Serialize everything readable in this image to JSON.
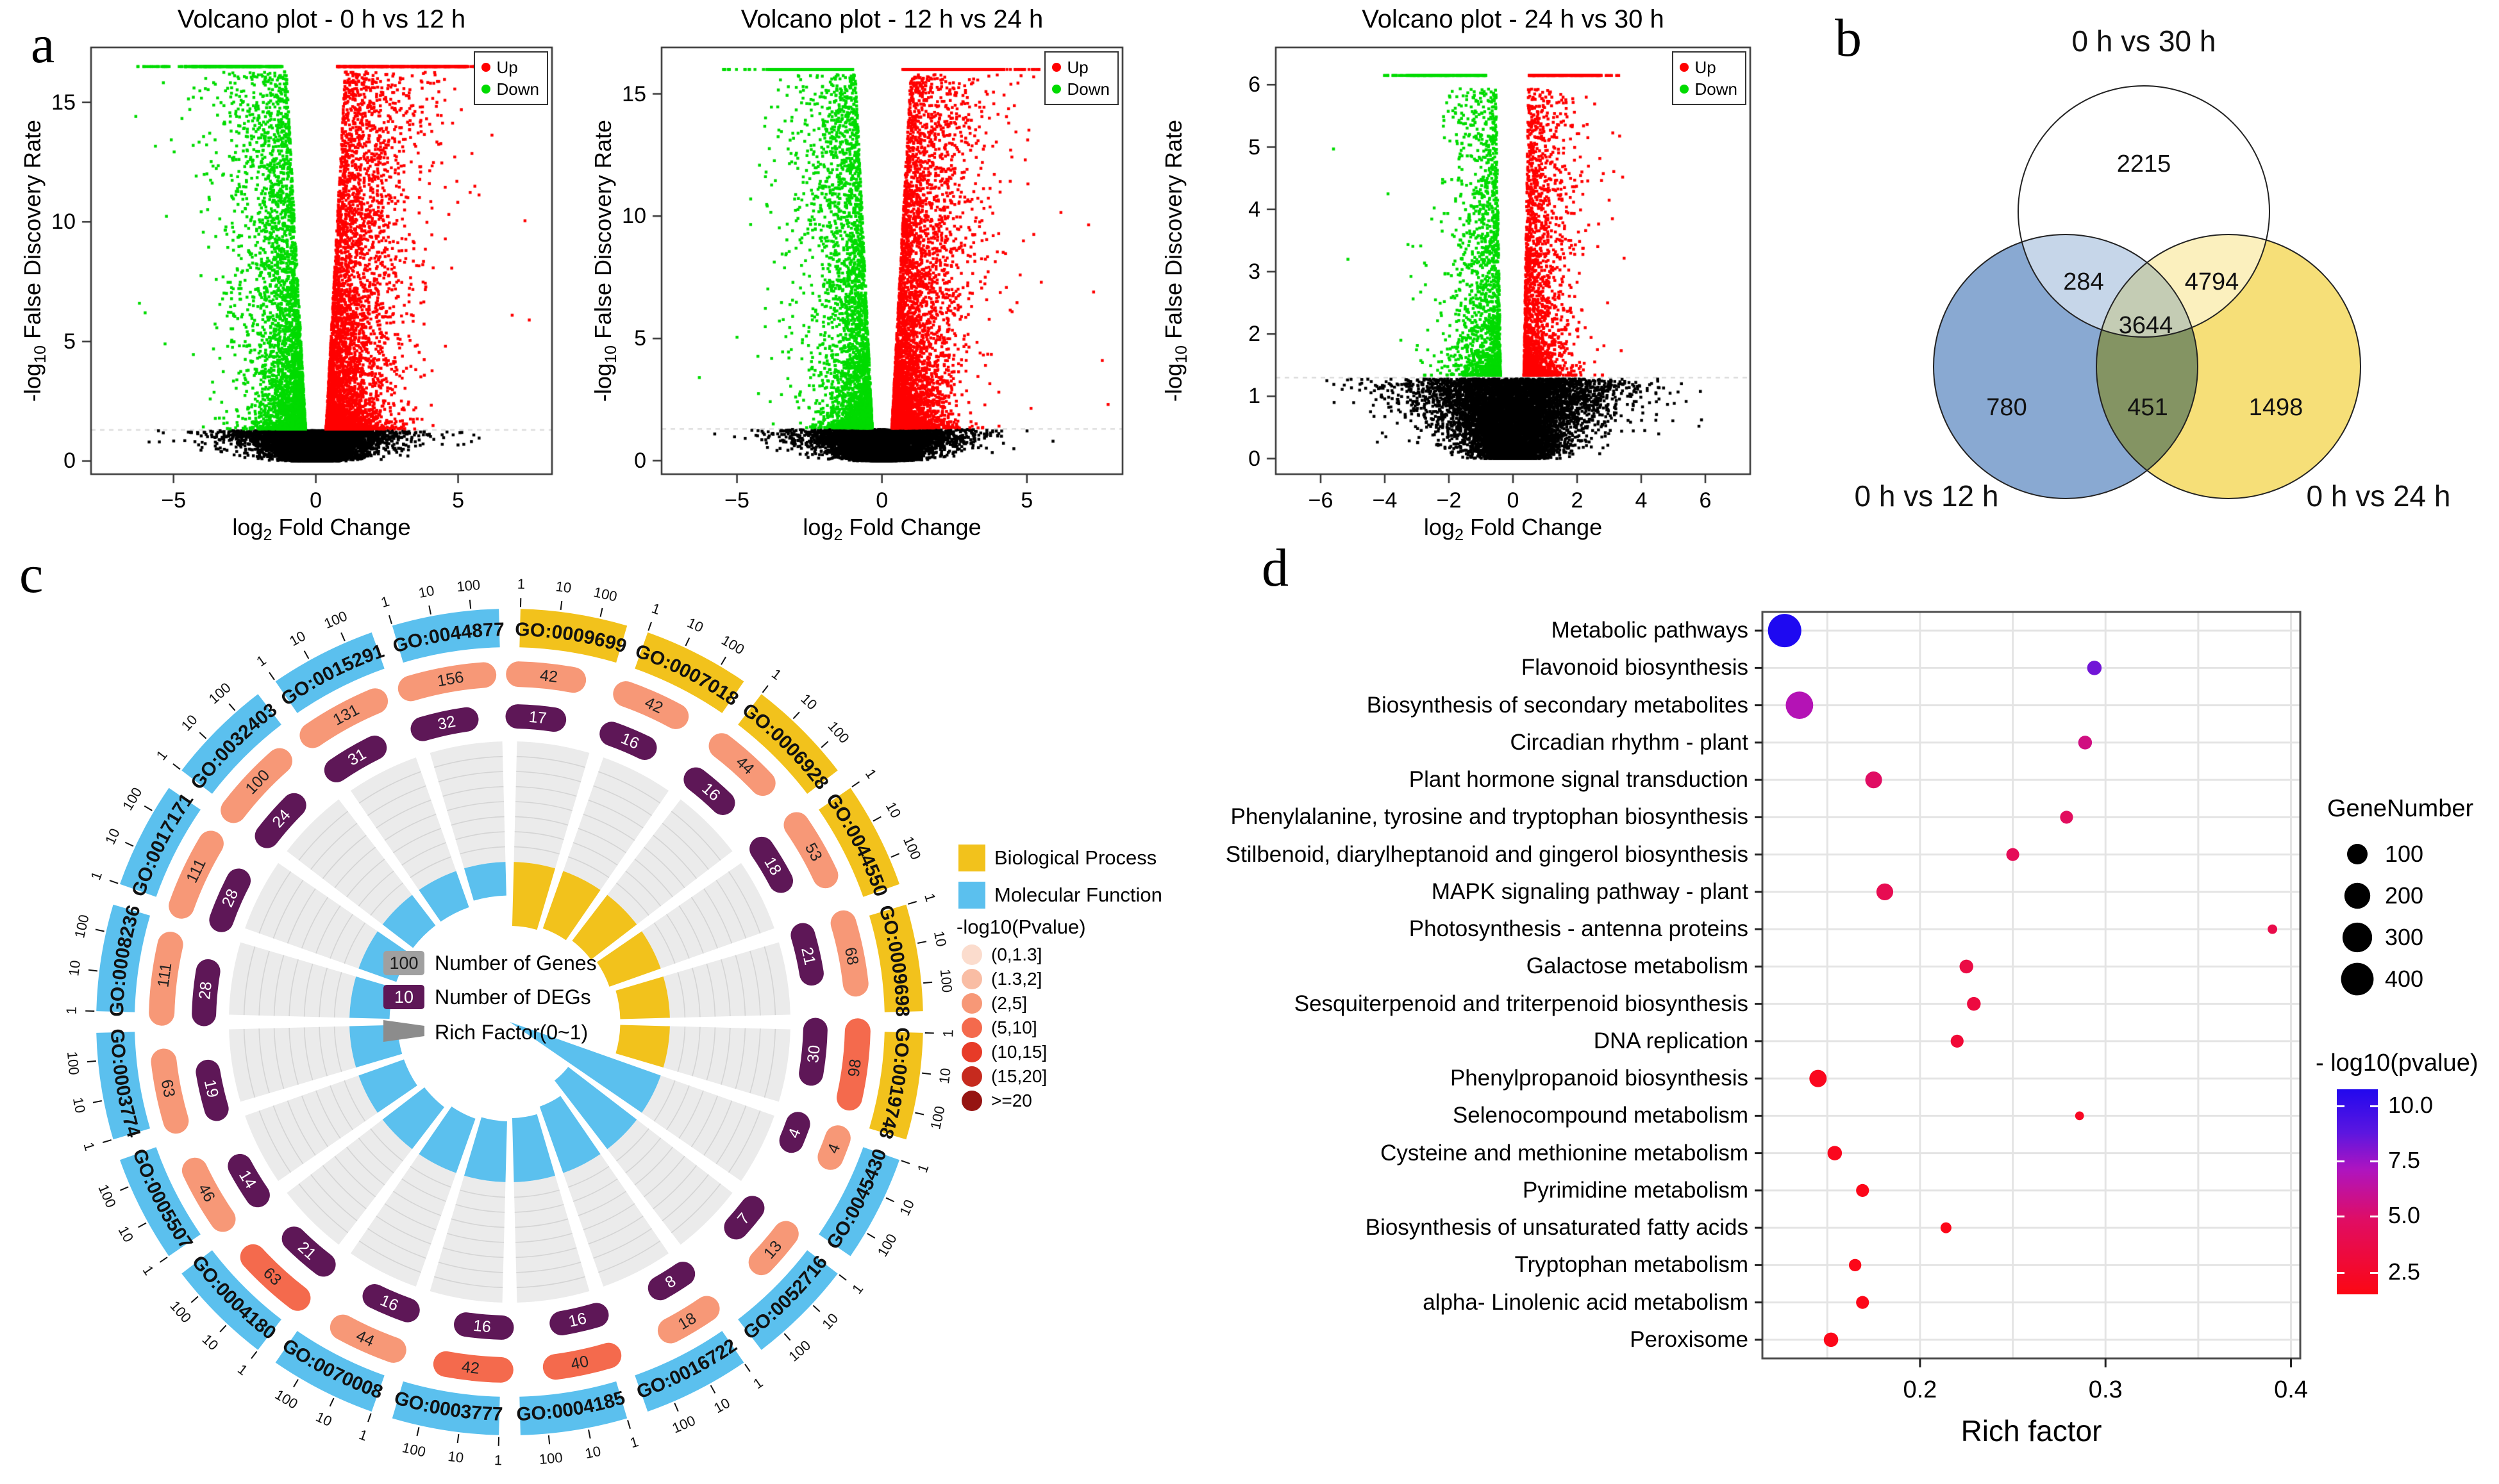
{
  "figure": {
    "panel_labels": {
      "a": "a",
      "b": "b",
      "c": "c",
      "d": "d"
    }
  },
  "chart_data": [
    {
      "id": "volcano_0v12",
      "panel": "a",
      "type": "scatter",
      "title": "Volcano plot - 0 h vs 12 h",
      "xlabel": "log_2 Fold Change",
      "ylabel": "-log_10 False Discovery Rate",
      "xlim": [
        -7.9,
        8.3
      ],
      "ylim": [
        -0.55,
        17.3
      ],
      "xticks": [
        -5,
        0,
        5
      ],
      "yticks": [
        0,
        5,
        10,
        15
      ],
      "threshold_y": 1.3,
      "cap_y": 16.5,
      "legend": [
        {
          "label": "Up",
          "color": "#FF0000"
        },
        {
          "label": "Down",
          "color": "#00DB00"
        }
      ],
      "colors": {
        "up": "#FF0000",
        "down": "#00DB00",
        "ns": "#000000"
      },
      "note": "dense simulated point cloud: up-regulated red right arm, down-regulated green left arm, black non-significant below FDR threshold"
    },
    {
      "id": "volcano_12v24",
      "panel": "a",
      "type": "scatter",
      "title": "Volcano plot - 12 h vs 24 h",
      "xlabel": "log_2 Fold Change",
      "ylabel": "-log_10 False Discovery Rate",
      "xlim": [
        -7.6,
        8.3
      ],
      "ylim": [
        -0.55,
        16.9
      ],
      "xticks": [
        -5,
        0,
        5
      ],
      "yticks": [
        0,
        5,
        10,
        15
      ],
      "threshold_y": 1.3,
      "cap_y": 16.0,
      "legend": [
        {
          "label": "Up",
          "color": "#FF0000"
        },
        {
          "label": "Down",
          "color": "#00DB00"
        }
      ],
      "colors": {
        "up": "#FF0000",
        "down": "#00DB00",
        "ns": "#000000"
      },
      "note": "dense simulated point cloud"
    },
    {
      "id": "volcano_24v30",
      "panel": "a",
      "type": "scatter",
      "title": "Volcano plot - 24 h vs 30 h",
      "xlabel": "log_2 Fold Change",
      "ylabel": "-log_10 False Discovery Rate",
      "xlim": [
        -7.4,
        7.4
      ],
      "ylim": [
        -0.25,
        6.6
      ],
      "xticks": [
        -6,
        -4,
        -2,
        0,
        2,
        4,
        6
      ],
      "yticks": [
        0,
        1,
        2,
        3,
        4,
        5,
        6
      ],
      "threshold_y": 1.3,
      "cap_y": 6.15,
      "legend": [
        {
          "label": "Up",
          "color": "#FF0000"
        },
        {
          "label": "Down",
          "color": "#00DB00"
        }
      ],
      "colors": {
        "up": "#FF0000",
        "down": "#00DB00",
        "ns": "#000000"
      },
      "note": "dense simulated point cloud"
    },
    {
      "id": "venn_degs",
      "panel": "b",
      "type": "venn",
      "sets": [
        {
          "label": "0 h vs 30 h",
          "fill": "#FFFFFF",
          "label_pos": "top"
        },
        {
          "label": "0 h vs 12 h",
          "fill": "#6F96C8",
          "label_pos": "bottom-left"
        },
        {
          "label": "0 h vs 24 h",
          "fill": "#F4D960",
          "label_pos": "bottom-right"
        }
      ],
      "counts": {
        "only_30": "2215",
        "i30_12": "284",
        "i30_24": "4794",
        "center": "3644",
        "only_12": "780",
        "i12_24": "451",
        "only_24": "1498"
      }
    },
    {
      "id": "go_enrichment_circle",
      "panel": "c",
      "type": "circular_enrichment",
      "category_legend": [
        {
          "label": "Biological Process",
          "color": "#F2C21C"
        },
        {
          "label": "Molecular Function",
          "color": "#5BC0EE"
        }
      ],
      "pvalue_legend_title": "-log10(Pvalue)",
      "pvalue_bins": [
        {
          "label": "(0,1.3]",
          "color": "#FBDCCD"
        },
        {
          "label": "(1.3,2]",
          "color": "#F9BDA4"
        },
        {
          "label": "(2,5]",
          "color": "#F79877"
        },
        {
          "label": "(5,10]",
          "color": "#F46A4D"
        },
        {
          "label": "(10,15]",
          "color": "#E73B28"
        },
        {
          "label": "(15,20]",
          "color": "#C62A1E"
        },
        {
          "label": ">=20",
          "color": "#961412"
        }
      ],
      "center_legend": [
        {
          "swatch": "100",
          "swatch_color": "#A0A0A0",
          "swatch_text_color": "#1a1a1a",
          "label": "Number of Genes"
        },
        {
          "swatch": "10",
          "swatch_color": "#5E1757",
          "swatch_text_color": "#ffffff",
          "label": "Number of DEGs"
        },
        {
          "swatch": "wedge",
          "swatch_color": "#8C8C8C",
          "swatch_text_color": "#8C8C8C",
          "label": "Rich Factor(0~1)"
        }
      ],
      "axis_ticks": [
        "1",
        "10",
        "100"
      ],
      "sectors": [
        {
          "go_id": "GO:0009699",
          "category": "BP",
          "gene_number": 42,
          "deg_number": 17,
          "pvalue_bin": "(2,5]",
          "rich_factor": 0.4
        },
        {
          "go_id": "GO:0007018",
          "category": "BP",
          "gene_number": 42,
          "deg_number": 16,
          "pvalue_bin": "(2,5]",
          "rich_factor": 0.38
        },
        {
          "go_id": "GO:0006928",
          "category": "BP",
          "gene_number": 44,
          "deg_number": 16,
          "pvalue_bin": "(2,5]",
          "rich_factor": 0.36
        },
        {
          "go_id": "GO:0044550",
          "category": "BP",
          "gene_number": 53,
          "deg_number": 18,
          "pvalue_bin": "(2,5]",
          "rich_factor": 0.34
        },
        {
          "go_id": "GO:0009698",
          "category": "BP",
          "gene_number": 68,
          "deg_number": 21,
          "pvalue_bin": "(2,5]",
          "rich_factor": 0.31
        },
        {
          "go_id": "GO:0019748",
          "category": "BP",
          "gene_number": 98,
          "deg_number": 30,
          "pvalue_bin": "(5,10]",
          "rich_factor": 0.31
        },
        {
          "go_id": "GO:0045430",
          "category": "MF",
          "gene_number": 4,
          "deg_number": 4,
          "pvalue_bin": "(2,5]",
          "rich_factor": 1.0
        },
        {
          "go_id": "GO:0052716",
          "category": "MF",
          "gene_number": 13,
          "deg_number": 7,
          "pvalue_bin": "(2,5]",
          "rich_factor": 0.54
        },
        {
          "go_id": "GO:0016722",
          "category": "MF",
          "gene_number": 18,
          "deg_number": 8,
          "pvalue_bin": "(2,5]",
          "rich_factor": 0.44
        },
        {
          "go_id": "GO:0004185",
          "category": "MF",
          "gene_number": 40,
          "deg_number": 16,
          "pvalue_bin": "(5,10]",
          "rich_factor": 0.4
        },
        {
          "go_id": "GO:0003777",
          "category": "MF",
          "gene_number": 42,
          "deg_number": 16,
          "pvalue_bin": "(5,10]",
          "rich_factor": 0.38
        },
        {
          "go_id": "GO:0070008",
          "category": "MF",
          "gene_number": 44,
          "deg_number": 16,
          "pvalue_bin": "(2,5]",
          "rich_factor": 0.36
        },
        {
          "go_id": "GO:0004180",
          "category": "MF",
          "gene_number": 63,
          "deg_number": 21,
          "pvalue_bin": "(5,10]",
          "rich_factor": 0.33
        },
        {
          "go_id": "GO:0005507",
          "category": "MF",
          "gene_number": 46,
          "deg_number": 14,
          "pvalue_bin": "(2,5]",
          "rich_factor": 0.3
        },
        {
          "go_id": "GO:0003774",
          "category": "MF",
          "gene_number": 63,
          "deg_number": 19,
          "pvalue_bin": "(2,5]",
          "rich_factor": 0.3
        },
        {
          "go_id": "GO:0008236",
          "category": "MF",
          "gene_number": 111,
          "deg_number": 28,
          "pvalue_bin": "(2,5]",
          "rich_factor": 0.25
        },
        {
          "go_id": "GO:0017171",
          "category": "MF",
          "gene_number": 111,
          "deg_number": 28,
          "pvalue_bin": "(2,5]",
          "rich_factor": 0.25
        },
        {
          "go_id": "GO:0032403",
          "category": "MF",
          "gene_number": 100,
          "deg_number": 24,
          "pvalue_bin": "(2,5]",
          "rich_factor": 0.24
        },
        {
          "go_id": "GO:0015291",
          "category": "MF",
          "gene_number": 131,
          "deg_number": 31,
          "pvalue_bin": "(2,5]",
          "rich_factor": 0.24
        },
        {
          "go_id": "GO:0044877",
          "category": "MF",
          "gene_number": 156,
          "deg_number": 32,
          "pvalue_bin": "(2,5]",
          "rich_factor": 0.21
        }
      ]
    },
    {
      "id": "kegg_bubble",
      "panel": "d",
      "type": "scatter",
      "xlabel": "Rich factor",
      "xticks": [
        0.2,
        0.3,
        0.4
      ],
      "xlim": [
        0.115,
        0.405
      ],
      "size_legend": {
        "title": "GeneNumber",
        "values": [
          100,
          200,
          300,
          400
        ]
      },
      "color_legend": {
        "title": "- log10(pvalue)",
        "ticks": [
          "10.0",
          "7.5",
          "5.0",
          "2.5"
        ]
      },
      "rows": [
        {
          "pathway": "Metabolic pathways",
          "rich_factor": 0.127,
          "gene_number": 430,
          "neg_log10_pvalue": 10.5
        },
        {
          "pathway": "Flavonoid biosynthesis",
          "rich_factor": 0.294,
          "gene_number": 35,
          "neg_log10_pvalue": 8.6
        },
        {
          "pathway": "Biosynthesis of secondary metabolites",
          "rich_factor": 0.135,
          "gene_number": 240,
          "neg_log10_pvalue": 7.2
        },
        {
          "pathway": "Circadian rhythm -  plant",
          "rich_factor": 0.289,
          "gene_number": 30,
          "neg_log10_pvalue": 5.8
        },
        {
          "pathway": "Plant hormone signal transduction",
          "rich_factor": 0.175,
          "gene_number": 55,
          "neg_log10_pvalue": 5.0
        },
        {
          "pathway": "Phenylalanine, tyrosine and tryptophan biosynthesis",
          "rich_factor": 0.279,
          "gene_number": 25,
          "neg_log10_pvalue": 4.8
        },
        {
          "pathway": "Stilbenoid, diarylheptanoid and gingerol biosynthesis",
          "rich_factor": 0.25,
          "gene_number": 25,
          "neg_log10_pvalue": 4.5
        },
        {
          "pathway": "MAPK signaling pathway -  plant",
          "rich_factor": 0.181,
          "gene_number": 55,
          "neg_log10_pvalue": 4.3
        },
        {
          "pathway": "Photosynthesis -  antenna proteins",
          "rich_factor": 0.39,
          "gene_number": 10,
          "neg_log10_pvalue": 4.0
        },
        {
          "pathway": "Galactose metabolism",
          "rich_factor": 0.225,
          "gene_number": 30,
          "neg_log10_pvalue": 3.8
        },
        {
          "pathway": "Sesquiterpenoid and triterpenoid biosynthesis",
          "rich_factor": 0.229,
          "gene_number": 30,
          "neg_log10_pvalue": 3.6
        },
        {
          "pathway": "DNA replication",
          "rich_factor": 0.22,
          "gene_number": 25,
          "neg_log10_pvalue": 3.2
        },
        {
          "pathway": "Phenylpropanoid biosynthesis",
          "rich_factor": 0.145,
          "gene_number": 60,
          "neg_log10_pvalue": 2.2
        },
        {
          "pathway": "Selenocompound metabolism",
          "rich_factor": 0.286,
          "gene_number": 8,
          "neg_log10_pvalue": 2.4
        },
        {
          "pathway": "Cysteine and methionine metabolism",
          "rich_factor": 0.154,
          "gene_number": 35,
          "neg_log10_pvalue": 2.2
        },
        {
          "pathway": "Pyrimidine metabolism",
          "rich_factor": 0.169,
          "gene_number": 25,
          "neg_log10_pvalue": 2.0
        },
        {
          "pathway": "Biosynthesis of unsaturated fatty acids",
          "rich_factor": 0.214,
          "gene_number": 15,
          "neg_log10_pvalue": 2.0
        },
        {
          "pathway": "Tryptophan metabolism",
          "rich_factor": 0.165,
          "gene_number": 22,
          "neg_log10_pvalue": 1.9
        },
        {
          "pathway": "alpha- Linolenic acid metabolism",
          "rich_factor": 0.169,
          "gene_number": 25,
          "neg_log10_pvalue": 1.9
        },
        {
          "pathway": "Peroxisome",
          "rich_factor": 0.152,
          "gene_number": 35,
          "neg_log10_pvalue": 1.8
        }
      ]
    }
  ]
}
